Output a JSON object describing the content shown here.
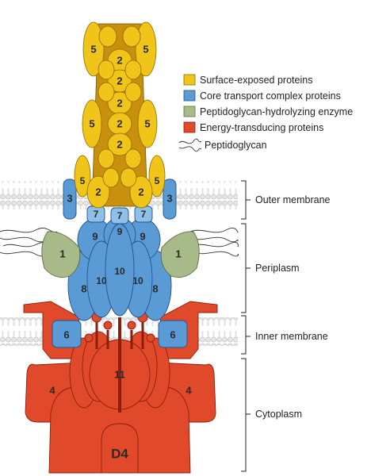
{
  "legend": [
    {
      "label": "Surface-exposed proteins",
      "color": "#f0c419"
    },
    {
      "label": "Core transport complex proteins",
      "color": "#5b9bd5"
    },
    {
      "label": "Peptidoglycan-hydrolyzing enzyme",
      "color": "#a8b98a"
    },
    {
      "label": "Energy-transducing proteins",
      "color": "#e04a2a"
    },
    {
      "label": "Peptidoglycan",
      "icon": "peptidoglycan-strands-icon"
    }
  ],
  "regions": [
    "Outer membrane",
    "Periplasm",
    "Inner membrane",
    "Cytoplasm"
  ],
  "labels": {
    "p1": "1",
    "p2": "2",
    "p3": "3",
    "p4": "4",
    "p5": "5",
    "p6": "6",
    "p7": "7",
    "p8": "8",
    "p9": "9",
    "p10": "10",
    "p11": "11",
    "d4": "D4"
  }
}
